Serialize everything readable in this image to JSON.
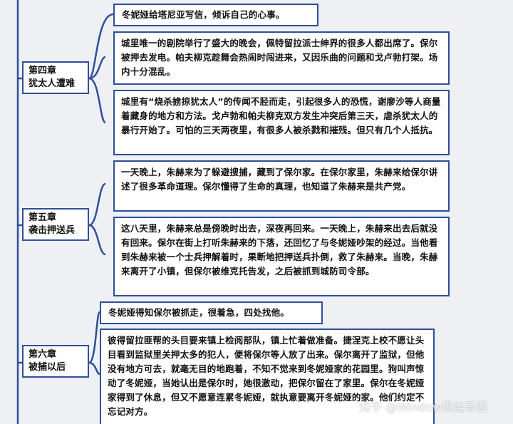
{
  "chapters": [
    {
      "title": "第四章",
      "subtitle": "犹太人遭难",
      "notes": [
        "冬妮娅给塔尼亚写信，倾诉自己的心事。",
        "城里唯一的剧院举行了盛大的晚会，佩特留拉派士绅界的很多人都出席了。保尔被押去发电。帕夫柳克趁舞会热闹时闯进来，又因乐曲的问题和戈卢勃打架。场内十分混乱。",
        "城里有“烧杀掳掠犹太人”的传闻不胫而走，引起很多人的恐慌，谢廖沙等人商量着藏身的地方和方法。戈卢勃和帕夫柳克双方发生冲突后第三天，虐杀犹太人的暴行开始了。可怕的三天两夜里，有很多人被杀戮和摧残。但只有几个人抵抗。"
      ]
    },
    {
      "title": "第五章",
      "subtitle": "袭击押送兵",
      "notes": [
        "一天晚上，朱赫来为了躲避搜捕，藏到了保尔家。在保尔家里，朱赫来给保尔讲述了很多革命道理。保尔懂得了生命的真理，也知道了朱赫来是共产党。",
        "这八天里，朱赫来总是傍晚时出去，深夜再回来。一天晚上，朱赫来出去后就没有回来。保尔在街上打听朱赫来的下落，还回忆了与冬妮娅吵架的经过。当他看到朱赫来被一个士兵押解着时，果断地把押送兵扑倒，救了朱赫来。当晚，朱赫来离开了小镇，但保尔被维克托告发，之后被抓到城防司令部。"
      ]
    },
    {
      "title": "第六章",
      "subtitle": "被捕以后",
      "notes": [
        "冬妮娅得知保尔被抓走，很着急，四处找他。",
        "彼得留拉匪帮的头目要来镇上检阅部队，镇上忙着做准备。捷涅克上校不愿让头目看到监狱里关押太多的犯人，便将保尔等人放了出来。保尔离开了监狱，但他没有地方可去，就毫无目的地跑着，不知不觉来到冬妮娅家的花园里。狗叫声惊动了冬妮娅，当她认出是保尔时，她很激动，把保尔留在了家里。保尔在冬妮娅家得到了休息，但又不愿意连累冬妮娅，就执意要离开冬妮娅的家。他们约定不忘记对方。"
      ]
    }
  ],
  "watermark": "知乎 @Window思维导图"
}
